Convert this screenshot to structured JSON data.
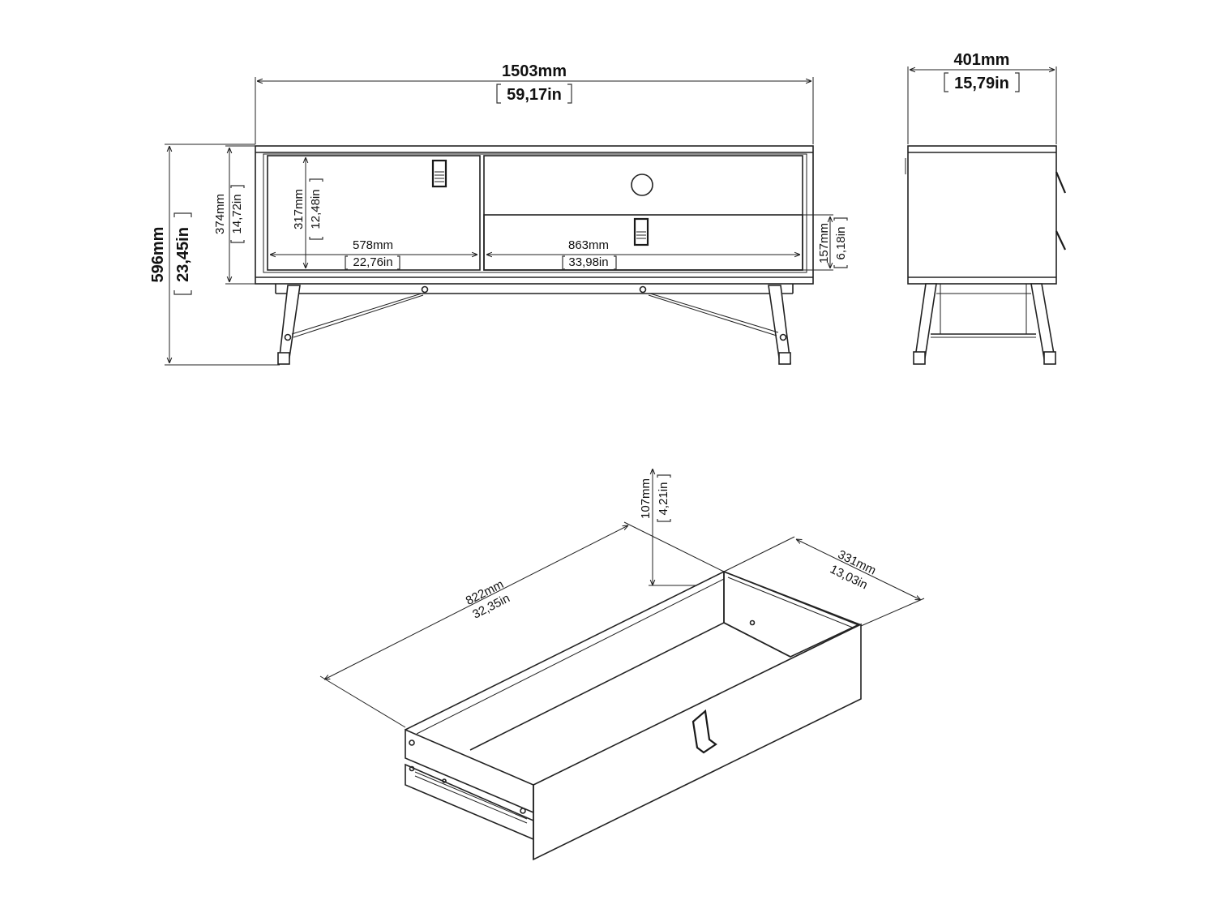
{
  "front_view": {
    "total_width_mm": "1503mm",
    "total_width_in": "59,17in",
    "total_height_mm": "596mm",
    "total_height_in": "23,45in",
    "body_height_mm": "374mm",
    "body_height_in": "14,72in",
    "door_height_mm": "317mm",
    "door_height_in": "12,48in",
    "left_width_mm": "578mm",
    "left_width_in": "22,76in",
    "right_width_mm": "863mm",
    "right_width_in": "33,98in",
    "drawer_height_mm": "157mm",
    "drawer_height_in": "6,18in"
  },
  "side_view": {
    "depth_mm": "401mm",
    "depth_in": "15,79in"
  },
  "drawer_view": {
    "height_mm": "107mm",
    "height_in": "4,21in",
    "length_mm": "822mm",
    "length_in": "32,35in",
    "depth_mm": "331mm",
    "depth_in": "13,03in"
  }
}
